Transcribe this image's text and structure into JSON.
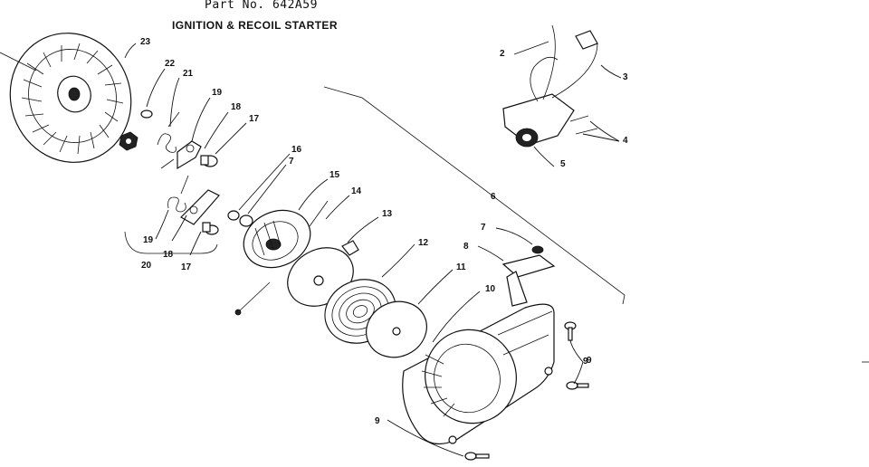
{
  "header": {
    "part_no": "Part No. 642A59",
    "title": "IGNITION & RECOIL STARTER"
  },
  "callouts": [
    "23",
    "22",
    "21",
    "19",
    "18",
    "17",
    "16",
    "7",
    "15",
    "14",
    "13",
    "12",
    "11",
    "10",
    "9",
    "8",
    "7",
    "6",
    "5",
    "4",
    "3",
    "2",
    "19",
    "18",
    "17",
    "20",
    "9",
    "9"
  ],
  "parts": [
    {
      "id": "flywheel",
      "icon": "flywheel-icon"
    },
    {
      "id": "nut",
      "icon": "nut-icon"
    },
    {
      "id": "washer",
      "icon": "washer-icon"
    },
    {
      "id": "spring",
      "icon": "spring-icon"
    },
    {
      "id": "pawl",
      "icon": "pawl-icon"
    },
    {
      "id": "pulley",
      "icon": "pulley-icon"
    },
    {
      "id": "rope",
      "icon": "rope-icon"
    },
    {
      "id": "plate",
      "icon": "plate-icon"
    },
    {
      "id": "recoil-spring",
      "icon": "recoil-spring-icon"
    },
    {
      "id": "disc",
      "icon": "disc-icon"
    },
    {
      "id": "housing",
      "icon": "housing-icon"
    },
    {
      "id": "handle",
      "icon": "handle-icon"
    },
    {
      "id": "ignition-module",
      "icon": "ignition-module-icon"
    },
    {
      "id": "screws",
      "icon": "screw-icon"
    }
  ]
}
